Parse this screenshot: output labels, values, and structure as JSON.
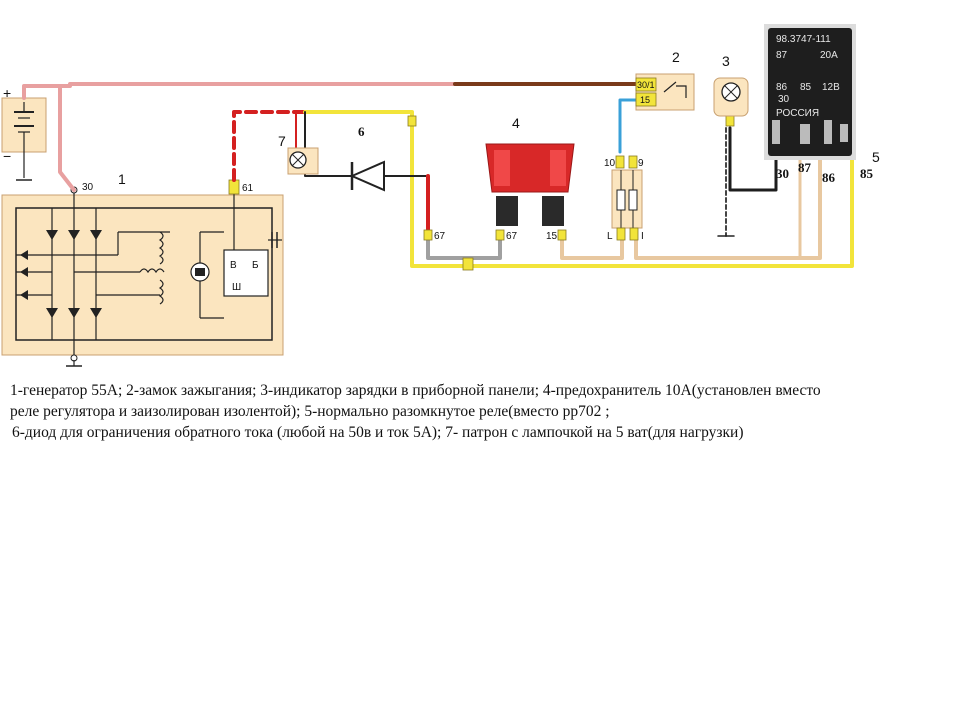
{
  "labels": {
    "battery_plus": "+",
    "battery_minus": "−",
    "term_30": "30",
    "term_61": "61",
    "gen_number": "1",
    "switch_number": "2",
    "indicator_number": "3",
    "fuse_number": "4",
    "relay_number": "5",
    "diode_number": "6",
    "lamp_number": "7",
    "switch_30_1": "30/1",
    "switch_15": "15",
    "term_67a": "67",
    "term_67b": "67",
    "term_15": "15",
    "block_10": "10",
    "block_9": "9",
    "block_L": "L",
    "block_I": "I",
    "reg_B": "В",
    "reg_Bb": "Б",
    "reg_Sh": "Ш",
    "relay_pin_30": "30",
    "relay_pin_87": "87",
    "relay_pin_86": "86",
    "relay_pin_85": "85",
    "relay_model": "98.3747-111",
    "relay_87": "87",
    "relay_20a": "20A",
    "relay_86": "86",
    "relay_85": "85",
    "relay_12v": "12В",
    "relay_30": "30",
    "relay_country": "РОССИЯ"
  },
  "caption": {
    "line1": "1-генератор 55А; 2-замок зажыгания; 3-индикатор зарядки в приборной панели; 4-предохранитель 10А(установлен вместо",
    "line2": "реле регулятора и заизолирован изолентой); 5-нормально разомкнутое реле(вместо рр702 ;",
    "line3": "6-диод для ограничения обратного тока (любой на 50в и ток 5А); 7- патрон с лампочкой на 5 ват(для нагрузки)"
  },
  "colors": {
    "wire_pink": "#e8a0a0",
    "wire_brown": "#7a3a1a",
    "wire_yellow": "#f2e43a",
    "wire_red": "#d42020",
    "wire_beige": "#e8c8a0",
    "wire_gray": "#a0a0a0",
    "wire_blue": "#3aa0d8",
    "panel_bg": "#fbe5bf",
    "fuse_red": "#d82828",
    "relay_black": "#1e1e1e"
  }
}
